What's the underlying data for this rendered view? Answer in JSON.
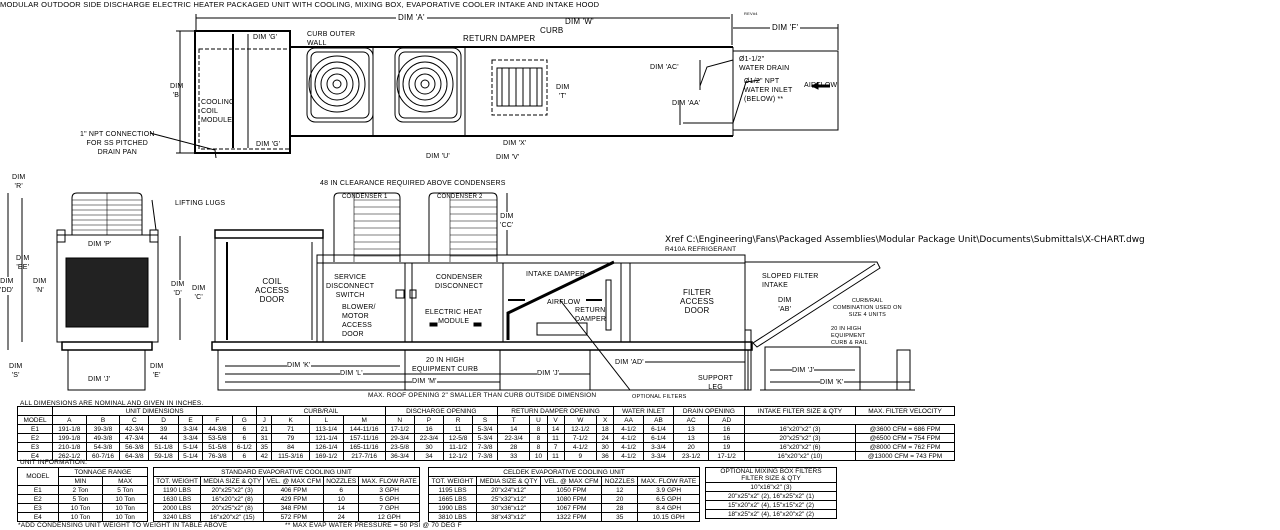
{
  "title": "MODULAR OUTDOOR SIDE DISCHARGE ELECTRIC HEATER PACKAGED UNIT WITH COOLING, MIXING BOX, EVAPORATIVE COOLER INTAKE AND INTAKE HOOD",
  "rev_stamp": "REV#4",
  "xref": "Xref C:\\Engineering\\Fans\\Packaged Assemblies\\Modular Package Unit\\Documents\\Submittals\\X-CHART.dwg",
  "refrigerant": "R410A REFRIGERANT",
  "top_view": {
    "dim_a": "DIM 'A'",
    "dim_f": "DIM 'F'",
    "dim_w": "DIM 'W'",
    "dim_g1": "DIM 'G'",
    "dim_g2": "DIM 'G'",
    "curb_outer_wall": "CURB OUTER\nWALL",
    "return_damper": "RETURN DAMPER",
    "curb": "CURB",
    "dim_b": "DIM\n'B'",
    "cooling_coil": "COOLING\nCOIL\nMODULE",
    "npt_connection": "1\" NPT CONNECTION\nFOR SS PITCHED\nDRAIN PAN",
    "dim_t": "DIM\n'T'",
    "dim_u": "DIM 'U'",
    "dim_v": "DIM 'V'",
    "dim_x": "DIM 'X'",
    "dim_ac": "DIM 'AC'",
    "dim_aa": "DIM 'AA'",
    "water_drain": "Ø1-1/2\"\nWATER DRAIN",
    "water_inlet": "Ø1/2\" NPT\nWATER INLET\n(BELOW) **",
    "airflow": "AIRFLOW"
  },
  "front_view": {
    "dim_r": "DIM\n'R'",
    "lifting_lugs": "LIFTING LUGS",
    "dim_p": "DIM 'P'",
    "dim_ee": "DIM\n'EE'",
    "dim_dd": "DIM\n'DD'",
    "dim_n": "DIM\n'N'",
    "dim_d": "DIM\n'D'",
    "dim_c": "DIM\n'C'",
    "dim_s": "DIM\n'S'",
    "dim_j": "DIM 'J'",
    "dim_e": "DIM\n'E'"
  },
  "side_view": {
    "clearance": "48 IN CLEARANCE REQUIRED ABOVE CONDENSERS",
    "condenser1": "CONDENSER 1",
    "condenser2": "CONDENSER 2",
    "dim_cc": "DIM\n'CC'",
    "coil_access_door": "COIL\nACCESS\nDOOR",
    "service_disconnect": "SERVICE\nDISCONNECT\nSWITCH",
    "blower_door": "BLOWER/\nMOTOR\nACCESS\nDOOR",
    "condenser_disconnect": "CONDENSER\nDISCONNECT",
    "electric_heat": "ELECTRIC HEAT\nMODULE",
    "intake_damper": "INTAKE DAMPER",
    "airflow": "AIRFLOW",
    "return_damper": "RETURN\nDAMPER",
    "filter_door": "FILTER\nACCESS\nDOOR",
    "sloped_filter": "SLOPED FILTER\nINTAKE",
    "dim_ab": "DIM\n'AB'",
    "curb_rail_combo": "CURB/RAIL\nCOMBINATION USED ON\nSIZE 4 UNITS",
    "curb_rail_20": "20 IN HIGH\nEQUIPMENT\nCURB & RAIL",
    "dim_k": "DIM 'K'",
    "dim_l": "DIM 'L'",
    "dim_m": "DIM 'M'",
    "dim_j": "DIM 'J'",
    "dim_ad": "DIM 'AD'",
    "curb_20": "20 IN HIGH\nEQUIPMENT CURB",
    "support_leg": "SUPPORT\nLEG",
    "roof_opening": "MAX. ROOF OPENING 2\" SMALLER THAN CURB OUTSIDE DIMENSION",
    "optional_filters": "OPTIONAL FILTERS",
    "dim_j2": "DIM 'J'",
    "dim_k2": "DIM 'K'"
  },
  "dims_table": {
    "caption": "ALL DIMENSIONS ARE NOMINAL AND GIVEN IN INCHES.",
    "groups": [
      {
        "label": "",
        "span": 1
      },
      {
        "label": "UNIT DIMENSIONS",
        "span": 7
      },
      {
        "label": "CURB/RAIL",
        "span": 4
      },
      {
        "label": "DISCHARGE OPENING",
        "span": 4
      },
      {
        "label": "RETURN DAMPER OPENING",
        "span": 5
      },
      {
        "label": "WATER INLET",
        "span": 2
      },
      {
        "label": "DRAIN OPENING",
        "span": 2
      },
      {
        "label": "INTAKE FILTER SIZE & QTY",
        "span": 1
      },
      {
        "label": "MAX. FILTER VELOCITY",
        "span": 1
      }
    ],
    "columns": [
      "MODEL",
      "A",
      "B",
      "C",
      "D",
      "E",
      "F",
      "G",
      "J",
      "K",
      "L",
      "M",
      "N",
      "P",
      "R",
      "S",
      "T",
      "U",
      "V",
      "W",
      "X",
      "AA",
      "AB",
      "AC",
      "AD"
    ],
    "rows": [
      [
        "E1",
        "191-1/8",
        "39-3/8",
        "42-3/4",
        "39",
        "3-3/4",
        "44-3/8",
        "6",
        "21",
        "71",
        "113-1/4",
        "144-11/16",
        "17-1/2",
        "16",
        "11",
        "5-3/4",
        "14",
        "8",
        "14",
        "12-1/2",
        "18",
        "4-1/2",
        "6-1/4",
        "13",
        "16",
        "16\"x20\"x2\" (3)",
        "@3600 CFM = 686 FPM"
      ],
      [
        "E2",
        "199-1/8",
        "49-3/8",
        "47-3/4",
        "44",
        "3-3/4",
        "53-5/8",
        "6",
        "31",
        "79",
        "121-1/4",
        "157-11/16",
        "29-3/4",
        "22-3/4",
        "12-5/8",
        "5-3/4",
        "22-3/4",
        "8",
        "11",
        "7-1/2",
        "24",
        "4-1/2",
        "6-1/4",
        "13",
        "16",
        "20\"x25\"x2\" (3)",
        "@6500 CFM = 754 FPM"
      ],
      [
        "E3",
        "210-1/8",
        "54-3/8",
        "56-3/8",
        "51-1/8",
        "5-1/4",
        "51-5/8",
        "6-1/2",
        "35",
        "84",
        "126-1/4",
        "165-11/16",
        "23-5/8",
        "30",
        "11-1/2",
        "7-3/8",
        "28",
        "8",
        "7",
        "4-1/2",
        "30",
        "4-1/2",
        "3-3/4",
        "20",
        "19",
        "16\"x20\"x2\" (6)",
        "@8000 CFM = 762 FPM"
      ],
      [
        "E4",
        "262-1/2",
        "60-7/16",
        "64-3/8",
        "59-1/8",
        "5-1/4",
        "76-3/8",
        "6",
        "42",
        "115-3/16",
        "169-1/2",
        "217-7/16",
        "36-3/4",
        "34",
        "12-1/2",
        "7-3/8",
        "33",
        "10",
        "11",
        "9",
        "36",
        "4-1/2",
        "3-3/4",
        "23-1/2",
        "17-1/2",
        "16\"x20\"x2\" (10)",
        "@13000 CFM = 743 FPM"
      ]
    ]
  },
  "unit_info": {
    "caption": "UNIT INFORMATION.",
    "headers": {
      "model": "MODEL",
      "tonnage": "TONNAGE RANGE",
      "min": "MIN",
      "max": "MAX"
    },
    "rows": [
      [
        "E1",
        "2 Ton",
        "5 Ton"
      ],
      [
        "E2",
        "5 Ton",
        "10 Ton"
      ],
      [
        "E3",
        "10 Ton",
        "10 Ton"
      ],
      [
        "E4",
        "10 Ton",
        "10 Ton"
      ]
    ]
  },
  "standard_evap": {
    "title": "STANDARD EVAPORATIVE COOLING UNIT",
    "columns": [
      "TOT. WEIGHT",
      "MEDIA SIZE & QTY",
      "VEL. @ MAX CFM",
      "NOZZLES",
      "MAX. FLOW RATE"
    ],
    "rows": [
      [
        "1190 LBS",
        "20\"x25\"x2\" (3)",
        "406 FPM",
        "6",
        "3 GPH"
      ],
      [
        "1630 LBS",
        "16\"x20\"x2\" (8)",
        "429 FPM",
        "10",
        "5 GPH"
      ],
      [
        "2000 LBS",
        "20\"x25\"x2\" (8)",
        "348 FPM",
        "14",
        "7 GPH"
      ],
      [
        "3240 LBS",
        "16\"x20\"x2\" (15)",
        "572 FPM",
        "24",
        "12 GPH"
      ]
    ]
  },
  "celdek_evap": {
    "title": "CELDEK EVAPORATIVE COOLING UNIT",
    "columns": [
      "TOT. WEIGHT",
      "MEDIA SIZE & QTY",
      "VEL. @ MAX CFM",
      "NOZZLES",
      "MAX. FLOW RATE"
    ],
    "rows": [
      [
        "1195 LBS",
        "20\"x24\"x12\"",
        "1050 FPM",
        "12",
        "3.9 GPH"
      ],
      [
        "1665 LBS",
        "25\"x32\"x12\"",
        "1080 FPM",
        "20",
        "6.5 GPH"
      ],
      [
        "1990 LBS",
        "30\"x36\"x12\"",
        "1067 FPM",
        "28",
        "8.4 GPH"
      ],
      [
        "3810 LBS",
        "38\"x43\"x12\"",
        "1322 FPM",
        "35",
        "10.15 GPH"
      ]
    ]
  },
  "mixing_filters": {
    "title": "OPTIONAL MIXING BOX FILTERS",
    "subtitle": "FILTER SIZE & QTY",
    "rows": [
      "10\"x16\"x2\" (3)",
      "20\"x25\"x2\" (2), 16\"x25\"x2\" (1)",
      "15\"x20\"x2\" (4), 15\"x15\"x2\" (2)",
      "18\"x25\"x2\" (4), 16\"x20\"x2\" (2)"
    ]
  },
  "footnotes": {
    "weight": "*ADD CONDENSING UNIT WEIGHT TO WEIGHT IN TABLE ABOVE",
    "pressure": "** MAX EVAP WATER PRESSURE = 50 PSI @ 70 DEG F"
  }
}
